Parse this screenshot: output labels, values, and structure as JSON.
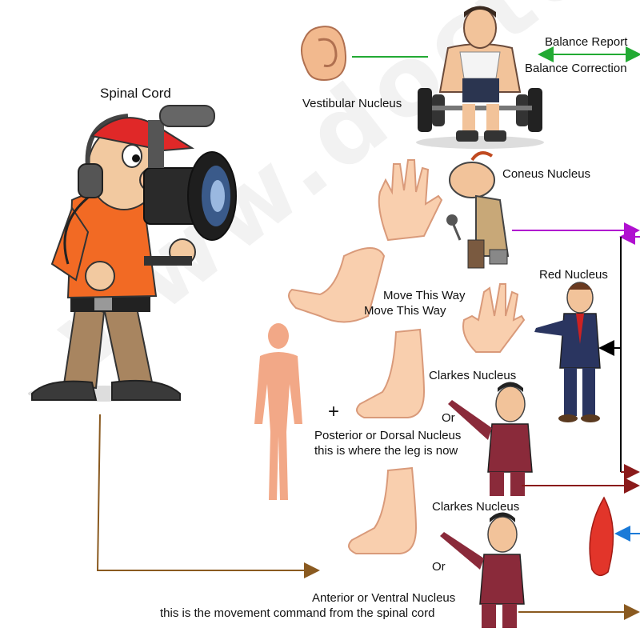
{
  "labels": {
    "spinal_cord": "Spinal Cord",
    "vestibular_nucleus": "Vestibular Nucleus",
    "balance_report": "Balance Report",
    "balance_correction": "Balance Correction",
    "coneus_nucleus": "Coneus Nucleus",
    "red_nucleus": "Red Nucleus",
    "move_this_way_1": "Move This Way",
    "move_this_way_2": "Move This Way",
    "clarkes_nucleus_1": "Clarkes Nucleus",
    "or_1": "Or",
    "plus": "+",
    "posterior_line1": "Posterior or Dorsal Nucleus",
    "posterior_line2": "this is where the leg is now",
    "clarkes_nucleus_2": "Clarkes Nucleus",
    "or_2": "Or",
    "anterior_line1": "Anterior or Ventral Nucleus",
    "anterior_line2": "this is the movement command from the spinal cord"
  },
  "colors": {
    "green_arrow": "#22aa33",
    "purple_arrow": "#b010d0",
    "dark_red_arrow": "#8a1a1a",
    "blue_arrow": "#1a7ad8",
    "brown_arrow": "#8a5a20",
    "black_arrow": "#000000"
  },
  "icons": [
    "cameraman-icon",
    "ear-icon",
    "bodybuilder-icon",
    "reporter-icon",
    "hand-icon",
    "foot-icon",
    "human-body-icon",
    "businessman-icon",
    "presenter-icon",
    "muscle-icon"
  ]
}
